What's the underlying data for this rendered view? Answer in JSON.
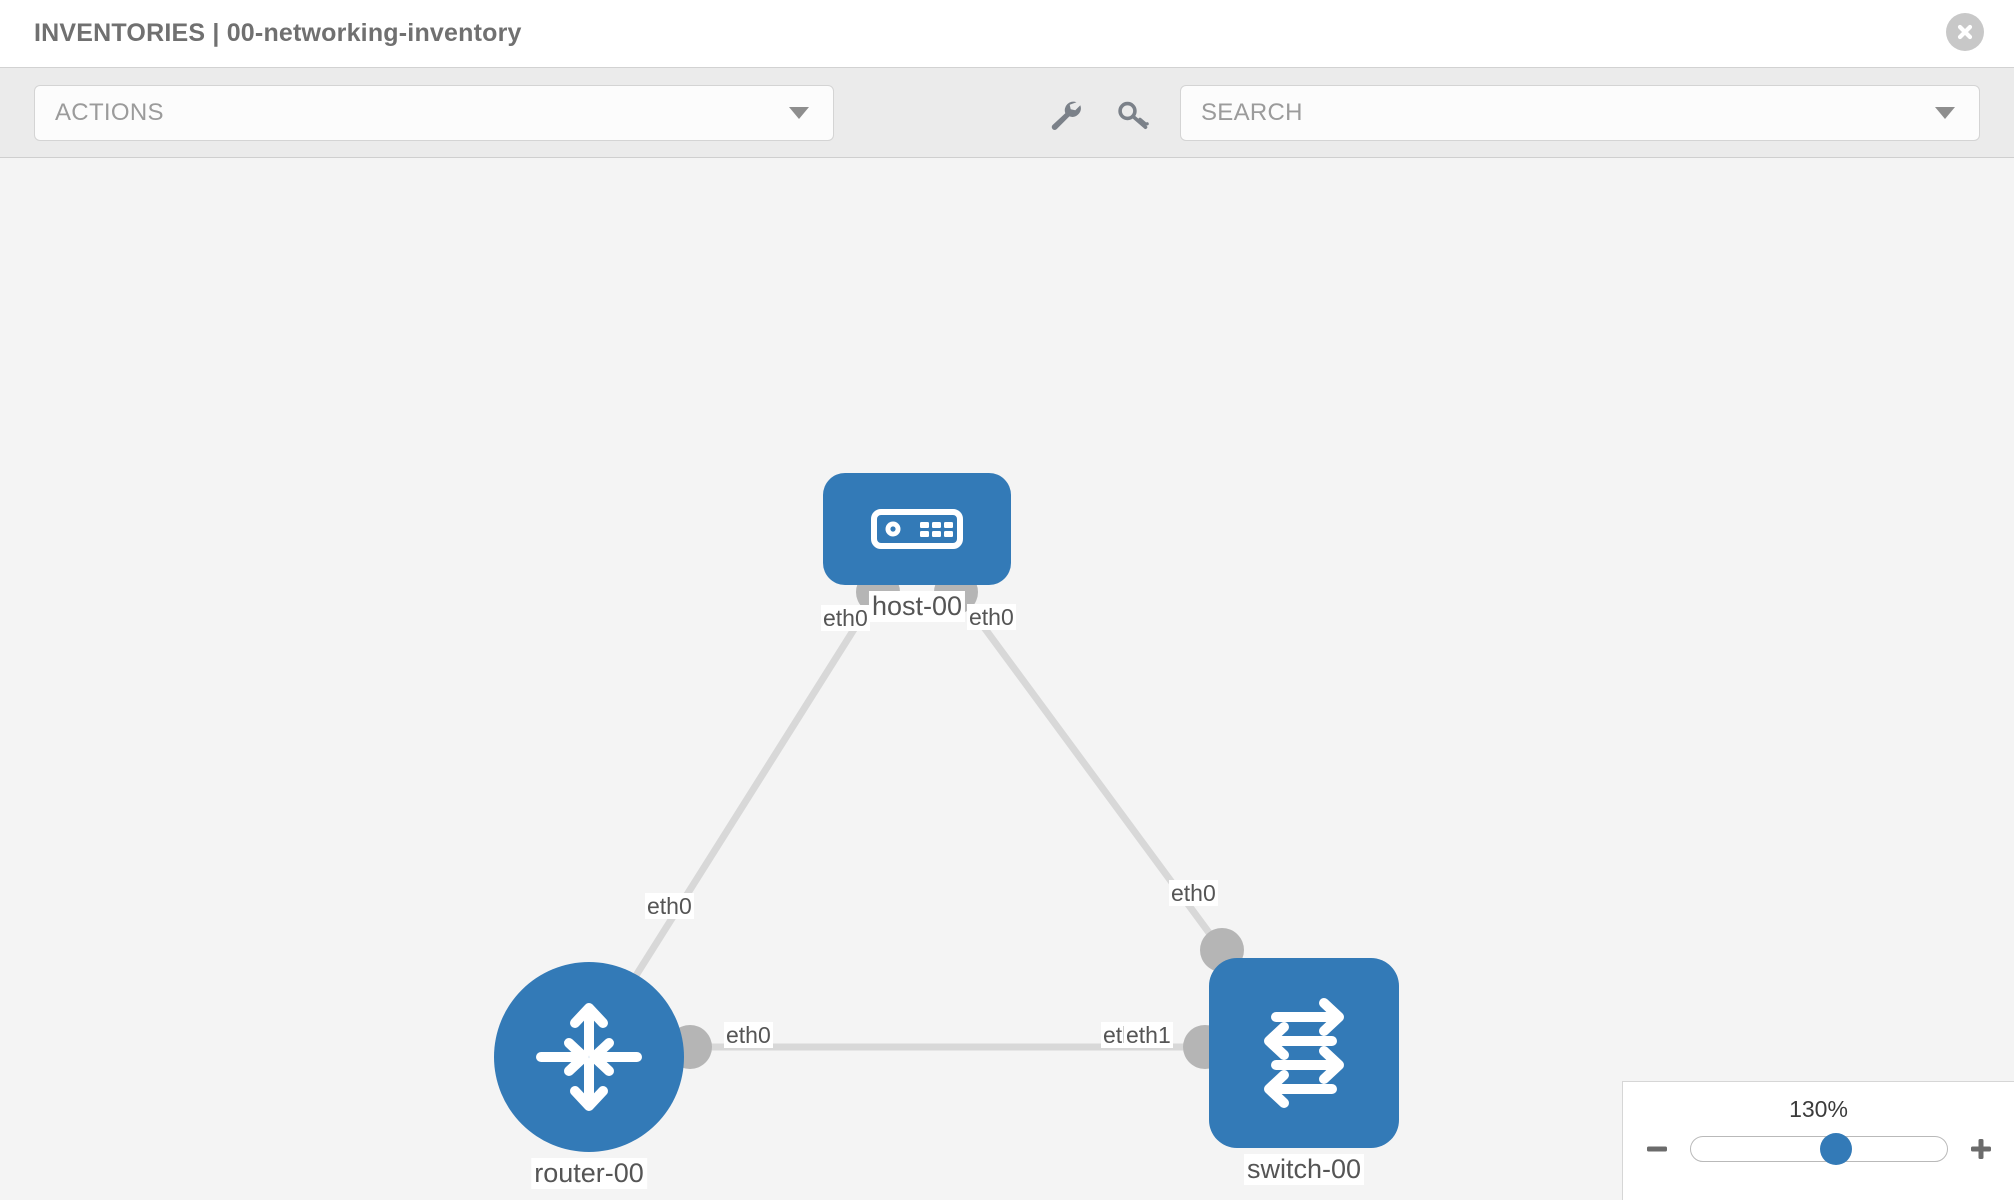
{
  "header": {
    "title": "INVENTORIES | 00-networking-inventory",
    "close_icon": "close-icon"
  },
  "toolbar": {
    "actions_label": "ACTIONS",
    "actions_caret_icon": "chevron-down-icon",
    "wrench_icon": "wrench-icon",
    "key_icon": "key-icon",
    "search_placeholder": "SEARCH",
    "search_caret_icon": "chevron-down-icon"
  },
  "topology": {
    "nodes": [
      {
        "id": "host-00",
        "label": "host-00",
        "type": "host",
        "icon": "server-icon",
        "color": "#337ab7"
      },
      {
        "id": "router-00",
        "label": "router-00",
        "type": "router",
        "icon": "router-arrows-icon",
        "color": "#337ab7"
      },
      {
        "id": "switch-00",
        "label": "switch-00",
        "type": "switch",
        "icon": "switch-arrows-icon",
        "color": "#337ab7"
      }
    ],
    "links": [
      {
        "from": "host-00",
        "to": "router-00",
        "from_iface": "eth0",
        "to_iface": "eth0"
      },
      {
        "from": "host-00",
        "to": "switch-00",
        "from_iface": "eth0",
        "to_iface": "eth0"
      },
      {
        "from": "router-00",
        "to": "switch-00",
        "from_iface": "eth0",
        "to_iface": "eth1"
      }
    ],
    "iface_labels": {
      "host_left": "eth0",
      "host_right": "eth0",
      "router_up": "eth0",
      "switch_up": "eth0",
      "router_right": "eth0",
      "switch_left_hidden": "eth0",
      "switch_left": "eth1"
    },
    "edge_color": "#d8d8d8",
    "connector_color": "#b5b5b5"
  },
  "zoom_control": {
    "value": "130%",
    "minus_icon": "minus-icon",
    "plus_icon": "plus-icon",
    "thumb_position_percent": 57
  }
}
